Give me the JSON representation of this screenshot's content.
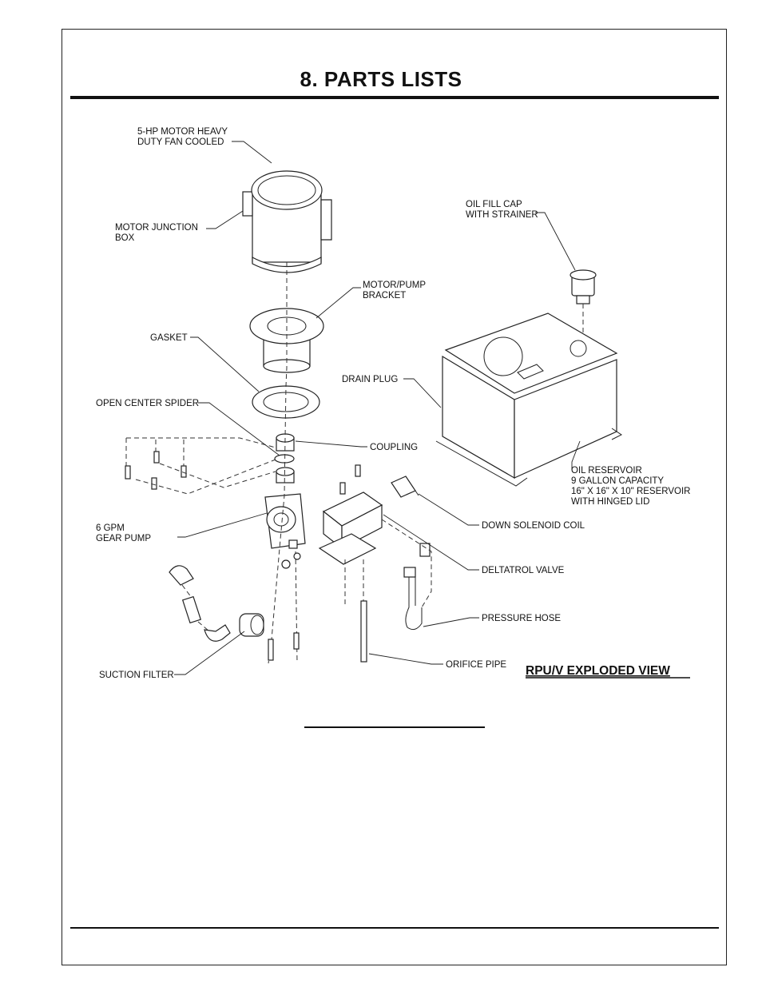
{
  "page": {
    "title": "8.  PARTS LISTS"
  },
  "figure": {
    "caption": "RPU/V EXPLODED VIEW",
    "labels": {
      "motor_l1": "5-HP MOTOR HEAVY",
      "motor_l2": "DUTY FAN COOLED",
      "junction_l1": "MOTOR JUNCTION",
      "junction_l2": "BOX",
      "bracket_l1": "MOTOR/PUMP",
      "bracket_l2": "BRACKET",
      "gasket": "GASKET",
      "spider": "OPEN CENTER SPIDER",
      "coupling": "COUPLING",
      "pump_l1": "6 GPM",
      "pump_l2": "GEAR PUMP",
      "suction_filter": "SUCTION FILTER",
      "oil_fill_l1": "OIL FILL CAP",
      "oil_fill_l2": "WITH STRAINER",
      "drain_plug": "DRAIN PLUG",
      "reservoir_l1": "OIL RESERVOIR",
      "reservoir_l2": "9 GALLON CAPACITY",
      "reservoir_l3": "16\" X 16\" X 10\" RESERVOIR",
      "reservoir_l4": "WITH HINGED LID",
      "solenoid": "DOWN SOLENOID COIL",
      "deltatrol": "DELTATROL VALVE",
      "pressure_hose": "PRESSURE HOSE",
      "orifice_pipe": "ORIFICE PIPE"
    }
  }
}
